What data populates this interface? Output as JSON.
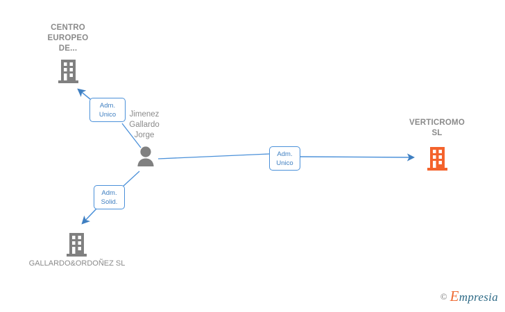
{
  "diagram": {
    "title": "Corporate relationship graph",
    "background": "#ffffff",
    "nodes": [
      {
        "id": "centro-europeo",
        "type": "company",
        "label": "CENTRO\nEUROPEO\nDE...",
        "icon": "building-icon",
        "color": "#808080",
        "label_position": "top"
      },
      {
        "id": "jimenez-gallardo-jorge",
        "type": "person",
        "label": "Jimenez\nGallardo\nJorge",
        "icon": "person-icon",
        "color": "#808080",
        "label_position": "top-right"
      },
      {
        "id": "gallardo-ordonez",
        "type": "company",
        "label": "GALLARDO&ORDOÑEZ SL",
        "icon": "building-icon",
        "color": "#808080",
        "label_position": "bottom"
      },
      {
        "id": "verticromo",
        "type": "company",
        "label": "VERTICROMO\nSL",
        "icon": "building-icon",
        "color": "#f4632c",
        "label_position": "top"
      }
    ],
    "edges": [
      {
        "id": "edge-to-centro-europeo",
        "from": "jimenez-gallardo-jorge",
        "to": "centro-europeo",
        "label": "Adm.\nUnico",
        "color": "#4a90d9"
      },
      {
        "id": "edge-to-verticromo",
        "from": "jimenez-gallardo-jorge",
        "to": "verticromo",
        "label": "Adm.\nUnico",
        "color": "#4a90d9"
      },
      {
        "id": "edge-to-gallardo-ordonez",
        "from": "jimenez-gallardo-jorge",
        "to": "gallardo-ordonez",
        "label": "Adm.\nSolid.",
        "color": "#4a90d9"
      }
    ]
  },
  "watermark": {
    "copyright": "©",
    "brand_initial": "E",
    "brand_rest": "mpresia"
  }
}
